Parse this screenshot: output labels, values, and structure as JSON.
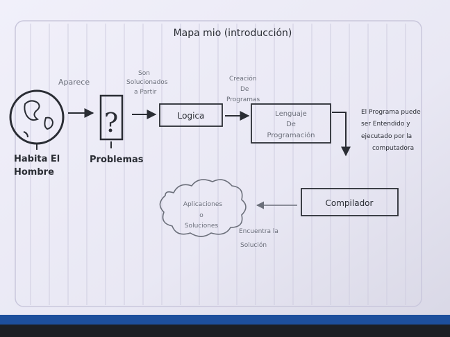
{
  "title": "Mapa mio (introducción)",
  "nodes": {
    "earth_label_line1": "Habita El",
    "earth_label_line2": "Hombre",
    "problem_symbol": "?",
    "problem_label": "Problemas",
    "logic_label": "Logica",
    "language_line1": "Lenguaje",
    "language_line2": "De",
    "language_line3": "Programación",
    "compiler_label": "Compilador",
    "cloud_line1": "Aplicaciones",
    "cloud_line2": "o",
    "cloud_line3": "Soluciones"
  },
  "edges": {
    "earth_to_problem": "Aparece",
    "problem_to_logic_line1": "Son",
    "problem_to_logic_line2": "Solucionados",
    "problem_to_logic_line3": "a Partir",
    "logic_to_language_line1": "Creación",
    "logic_to_language_line2": "De",
    "logic_to_language_line3": "Programas",
    "language_note_line1": "El Programa puede",
    "language_note_line2": "ser Entendido y",
    "language_note_line3": "ejecutado por la",
    "language_note_line4": "computadora",
    "compiler_to_cloud_line1": "Encuentra la",
    "compiler_to_cloud_line2": "Solución"
  },
  "colors": {
    "paper": "#ecebf6",
    "rule_line": "#c5c3d8",
    "ink": "#2a2d34",
    "ink_light": "#6b6f7a",
    "background": "#1c1f24",
    "binder_blue": "#1d4f9c"
  }
}
